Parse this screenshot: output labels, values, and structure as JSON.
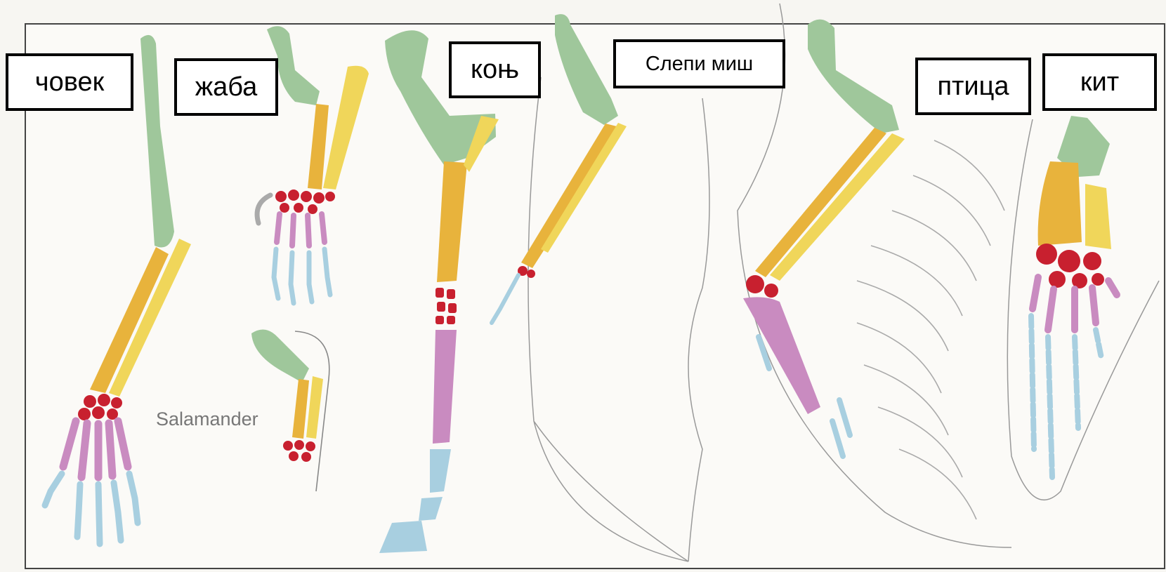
{
  "labels": {
    "human": "човек",
    "frog": "жаба",
    "horse": "коњ",
    "bat": "Слепи миш",
    "bird": "птица",
    "whale": "кит"
  },
  "caption": "Salamander",
  "colors": {
    "humerus": "#9fc79b",
    "radius": "#e8b33c",
    "ulna": "#f0d65a",
    "carpals": "#c8202f",
    "metacarpals": "#c98bc0",
    "phalanges": "#a8cfe0",
    "outline": "#7a7a7a",
    "background": "#f7f6f2"
  }
}
